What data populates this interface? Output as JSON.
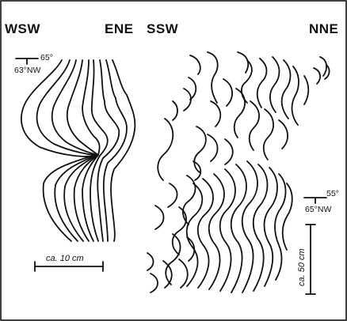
{
  "left_panel": {
    "label_left": "WSW",
    "label_right": "ENE",
    "strike_symbol": {
      "strike": "65°",
      "dip": "63°NW"
    },
    "scale_bar": {
      "label": "ca. 10 cm"
    }
  },
  "right_panel": {
    "label_left": "SSW",
    "label_right": "NNE",
    "strike_symbol": {
      "strike": "55°",
      "dip": "65°NW"
    },
    "scale_bar": {
      "label": "ca. 50 cm"
    }
  }
}
